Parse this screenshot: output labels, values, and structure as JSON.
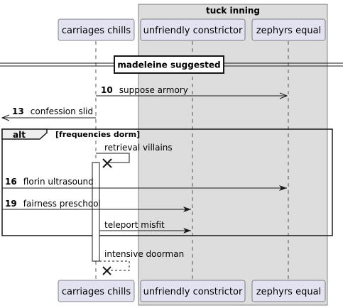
{
  "box": {
    "title": "tuck inning",
    "fill": "#dddddd"
  },
  "participants": [
    {
      "name": "carriages chills"
    },
    {
      "name": "unfriendly constrictor"
    },
    {
      "name": "zephyrs equal"
    }
  ],
  "divider": {
    "label": "madeleine suggested"
  },
  "fragment": {
    "keyword": "alt",
    "guard": "[frequencies dorm]"
  },
  "messages": [
    {
      "num": "10",
      "text": "suppose armory"
    },
    {
      "num": "13",
      "text": "confession slid"
    },
    {
      "num": "",
      "text": "retrieval villains"
    },
    {
      "num": "16",
      "text": "florin ultrasound"
    },
    {
      "num": "19",
      "text": "fairness preschool"
    },
    {
      "num": "",
      "text": "teleport misfit"
    },
    {
      "num": "",
      "text": "intensive doorman"
    }
  ],
  "colors": {
    "participant_fill": "#e2e2f0",
    "participant_border": "#181818",
    "line": "#181818"
  }
}
